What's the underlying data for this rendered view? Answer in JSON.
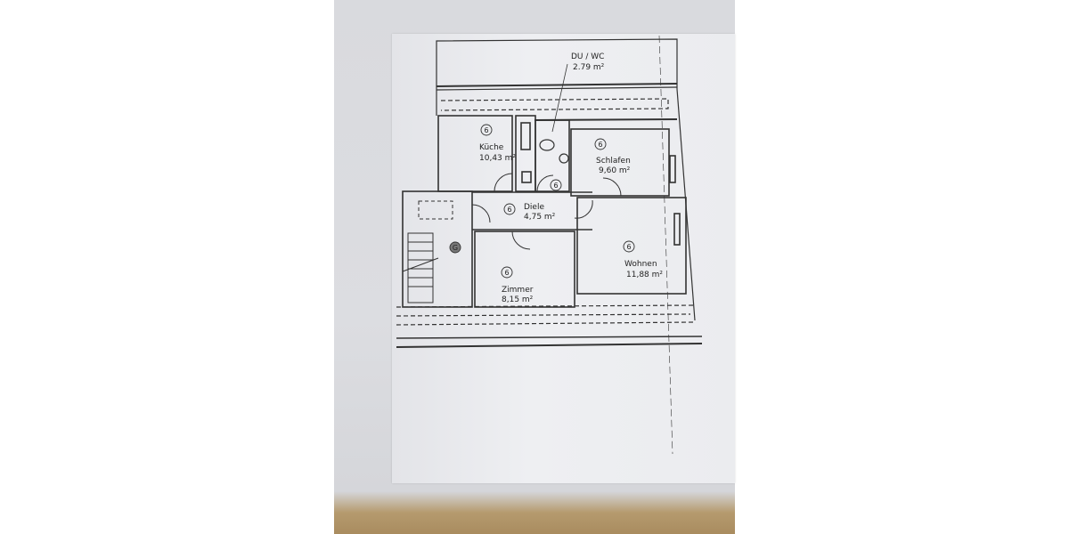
{
  "floor_plan": {
    "rooms": [
      {
        "id": "kueche",
        "name": "Küche",
        "area": "10,43 m²",
        "marker": "6"
      },
      {
        "id": "du-wc",
        "name": "DU / WC",
        "area": "2.79 m²",
        "marker": "6"
      },
      {
        "id": "schlafen",
        "name": "Schlafen",
        "area": "9,60 m²",
        "marker": "6"
      },
      {
        "id": "diele",
        "name": "Diele",
        "area": "4,75 m²",
        "marker": "6"
      },
      {
        "id": "wohnen",
        "name": "Wohnen",
        "area": "11,88 m²",
        "marker": "6"
      },
      {
        "id": "zimmer",
        "name": "Zimmer",
        "area": "8,15 m²",
        "marker": "6"
      }
    ],
    "stair_marker": "G"
  }
}
